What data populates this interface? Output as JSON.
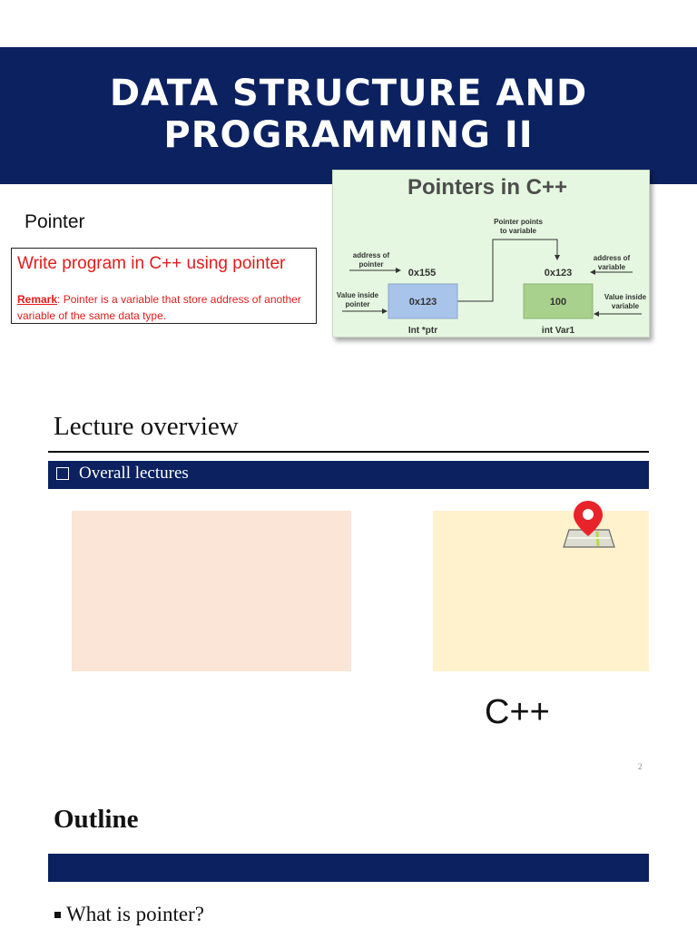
{
  "slide1": {
    "title": "Data Structure and Programming II",
    "heading": "Pointer",
    "task": "Write program in C++ using pointer",
    "remark_label": "Remark",
    "remark_text": ": Pointer is a variable that store address of another variable of the same data type.",
    "diagram": {
      "title": "Pointers in C++",
      "pointer_points": "Pointer points",
      "to_variable": "to variable",
      "addr_of_pointer_1": "address of",
      "addr_of_pointer_2": "pointer",
      "addr_pointer_value": "0x155",
      "addr_of_variable_1": "address of",
      "addr_of_variable_2": "variable",
      "addr_variable_value": "0x123",
      "value_inside_pointer_1": "Value inside",
      "value_inside_pointer_2": "pointer",
      "pointer_box_value": "0x123",
      "value_inside_variable_1": "Value inside",
      "value_inside_variable_2": "variable",
      "variable_box_value": "100",
      "pointer_decl": "Int *ptr",
      "variable_decl": "int Var1",
      "colors": {
        "background": "#e5f7e0",
        "pointer_box": "#a9c4ea",
        "variable_box": "#a9d18e"
      }
    }
  },
  "slide2": {
    "heading": "Lecture overview",
    "bar_label": "Overall lectures",
    "map_icon": "map-pin-icon",
    "cpp_label": "C++",
    "page_number": "2"
  },
  "slide3": {
    "heading": "Outline",
    "items": [
      "What is pointer?"
    ]
  },
  "colors": {
    "navy": "#0b2160",
    "red": "#e31b1b",
    "peach": "#fbe5d6",
    "cream": "#fff2cc"
  }
}
